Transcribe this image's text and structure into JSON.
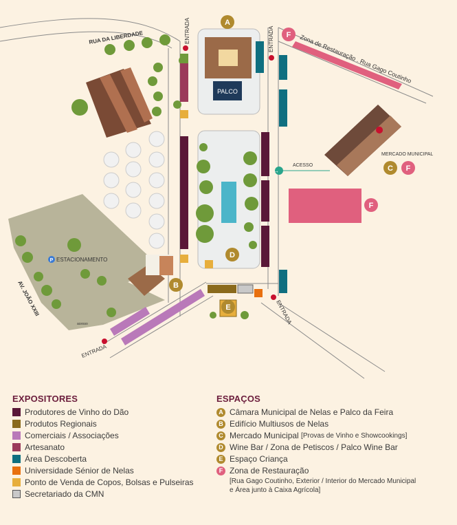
{
  "map": {
    "streets": {
      "liberdade": "RUA DA LIBERDADE",
      "joao": "AV. JOÃO XXIII",
      "restauracao": "Zona de Restauração . Rua Gago Coutinho"
    },
    "labels": {
      "entrada": "ENTRADA",
      "palco": "PALCO",
      "acesso": "ACESSO",
      "mercado": "MERCADO MUNICIPAL",
      "estacionamento": "ESTACIONAMENTO",
      "parking_symbol": "P",
      "small": "acesso"
    },
    "markers": {
      "a": "A",
      "b": "B",
      "c": "C",
      "d": "D",
      "e": "E",
      "f": "F"
    }
  },
  "expositores": {
    "title": "EXPOSITORES",
    "items": [
      {
        "label": "Produtores de Vinho do Dão",
        "color": "#5a1838"
      },
      {
        "label": "Produtos Regionais",
        "color": "#8a6a1c"
      },
      {
        "label": "Comerciais / Associações",
        "color": "#b979b9"
      },
      {
        "label": "Artesanato",
        "color": "#9b3a5a"
      },
      {
        "label": "Área Descoberta",
        "color": "#0f6f80"
      },
      {
        "label": "Universidade Sénior de Nelas",
        "color": "#e8700f"
      },
      {
        "label": "Ponto de Venda de Copos, Bolsas e Pulseiras",
        "color": "#e7ae3c"
      },
      {
        "label": "Secretariado da CMN",
        "color": "#c9c9c9"
      }
    ]
  },
  "espacos": {
    "title": "ESPAÇOS",
    "items": [
      {
        "letter": "A",
        "label": "Câmara Municipal de Nelas e Palco da Feira",
        "note": "",
        "color": "#b08a2e"
      },
      {
        "letter": "B",
        "label": "Edifício Multiusos de Nelas",
        "note": "",
        "color": "#b08a2e"
      },
      {
        "letter": "C",
        "label": "Mercado Municipal ",
        "note": "[Provas de Vinho e Showcookings]",
        "color": "#b08a2e"
      },
      {
        "letter": "D",
        "label": "Wine Bar / Zona de Petiscos / Palco Wine Bar",
        "note": "",
        "color": "#b08a2e"
      },
      {
        "letter": "E",
        "label": "Espaço Criança",
        "note": "",
        "color": "#b08a2e"
      },
      {
        "letter": "F",
        "label": "Zona de Restauração",
        "note": "",
        "color": "#e0607e"
      }
    ],
    "sub": [
      "[Rua Gago Coutinho,  Exterior / Interior do Mercado Municipal",
      "e Área junto à Caixa Agrícola]"
    ]
  }
}
